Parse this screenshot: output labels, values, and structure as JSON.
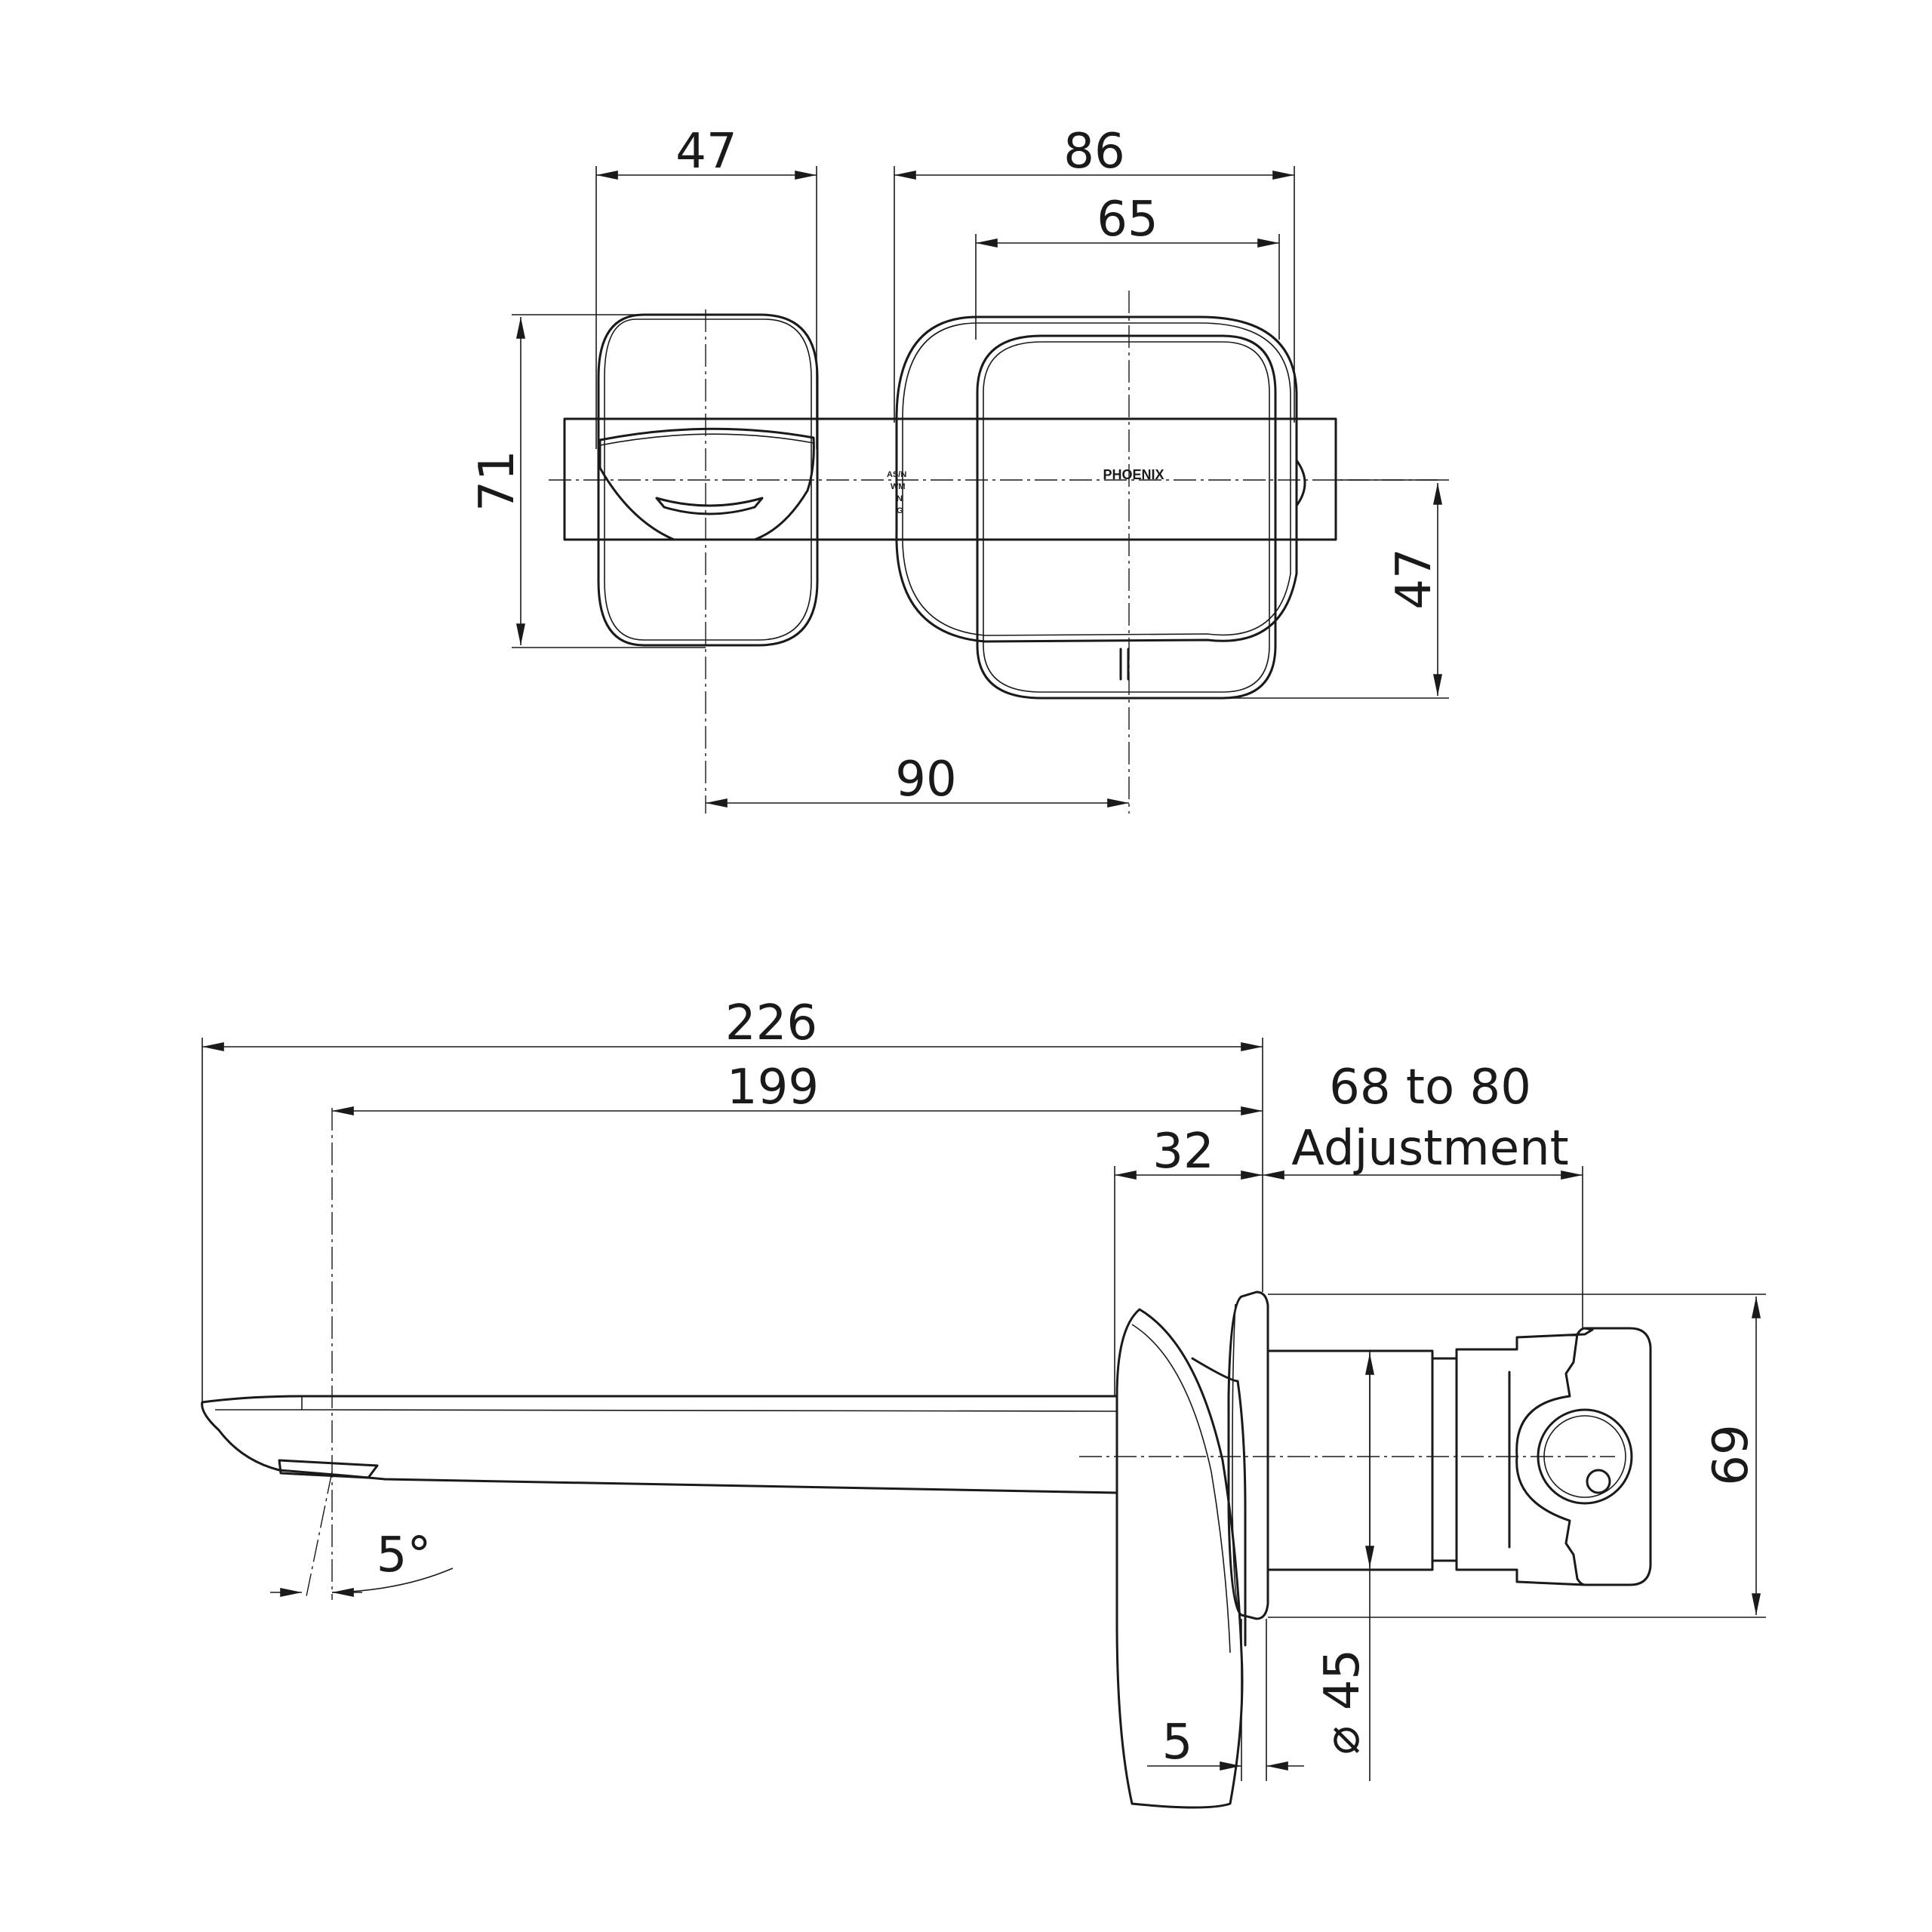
{
  "brand_label": "PHOENIX",
  "stamp_lines": [
    "AS/N",
    "WM",
    "N",
    "G"
  ],
  "front_view": {
    "dim_spout_width": "47",
    "dim_mixer_width": "86",
    "dim_mixer_face": "65",
    "dim_spout_height": "71",
    "dim_mixer_offset": "47",
    "dim_centres": "90"
  },
  "side_view": {
    "dim_spout_reach_overall": "226",
    "dim_spout_reach": "199",
    "dim_handle_depth": "32",
    "adjustment_range": "68 to 80",
    "adjustment_label": "Adjustment",
    "dim_plate_height": "69",
    "dim_plate_thickness": "5",
    "dim_body_diameter": "⌀ 45",
    "dim_angle": "5°"
  }
}
